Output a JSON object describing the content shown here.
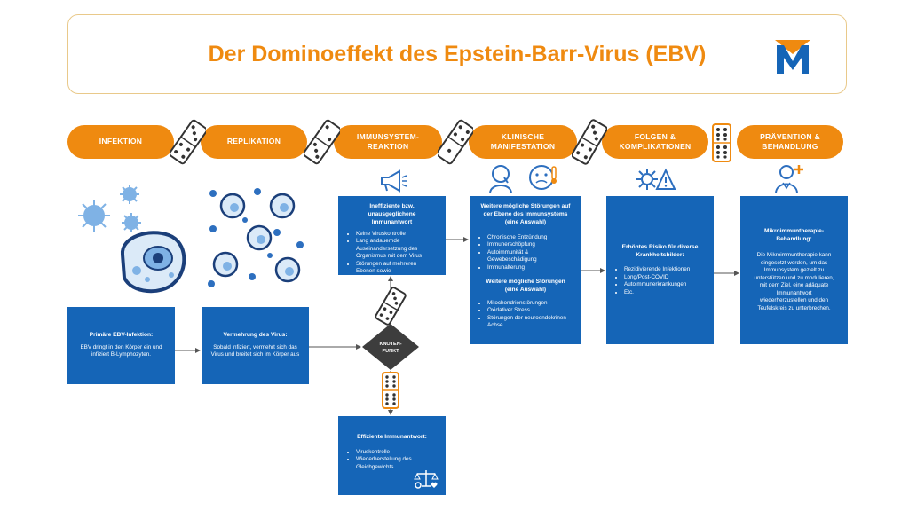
{
  "title": "Der Dominoeffekt des Epstein-Barr-Virus (EBV)",
  "stages": [
    {
      "label": "INFEKTION"
    },
    {
      "label": "REPLIKATION"
    },
    {
      "label": "IMMUNSYSTEM-REAKTION"
    },
    {
      "label": "KLINISCHE\nMANIFESTATION"
    },
    {
      "label": "FOLGEN &\nKOMPLIKATIONEN"
    },
    {
      "label": "PRÄVENTION &\nBEHANDLUNG"
    }
  ],
  "boxes": {
    "infection": {
      "title": "Primäre EBV-Infektion:",
      "text": "EBV dringt in den Körper ein und infiziert B-Lymphozyten."
    },
    "replication": {
      "title": "Vermehrung des Virus:",
      "text": "Sobald infiziert, vermehrt sich das Virus und breitet sich im Körper aus"
    },
    "ineffective": {
      "title": "Ineffiziente bzw. unausgeglichene Immunantwort",
      "items": [
        "Keine Viruskontrolle",
        "Lang andauernde Auseinandersetzung des Organismus mit dem Virus",
        "Störungen auf mehreren Ebenen sowie Gewebeschädigung"
      ]
    },
    "efficient": {
      "title": "Effiziente Immunantwort:",
      "items": [
        "Viruskontrolle",
        "Wiederherstellung des Gleichgewichts"
      ]
    },
    "clinical": {
      "title": "Weitere mögliche Störungen auf der Ebene des Immunsystems (eine Auswahl)",
      "items": [
        "Chronische Entzündung",
        "Immunerschöpfung",
        "Autoimmunität & Gewebeschädigung",
        "Immunalterung"
      ],
      "title2": "Weitere mögliche Störungen (eine Auswahl)",
      "items2": [
        "Mitochondrienstörungen",
        "Oxidativer Stress",
        "Störungen der neuroendokrinen Achse"
      ]
    },
    "consequences": {
      "title": "Erhöhtes Risiko für diverse Krankheitsbilder:",
      "items": [
        "Rezidivierende Infektionen",
        "Long/Post-COVID",
        "Autoimmunerkrankungen",
        "Etc."
      ]
    },
    "prevention": {
      "title": "Mikroimmuntherapie-Behandlung:",
      "text": "Die Mikroimmuntherapie kann eingesetzt werden, um das Immunsystem gezielt zu unterstützen und zu modulieren, mit dem Ziel, eine adäquate Immunantwort wiederherzustellen und den Teufelskreis zu unterbrechen."
    }
  },
  "node": {
    "label": "KNOTEN-\nPUNKT"
  },
  "colors": {
    "orange": "#ef8a10",
    "blue": "#1565b7",
    "dark": "#3d3d3d",
    "icon_blue": "#2d6fbf",
    "light_blue": "#7fb2e5"
  }
}
